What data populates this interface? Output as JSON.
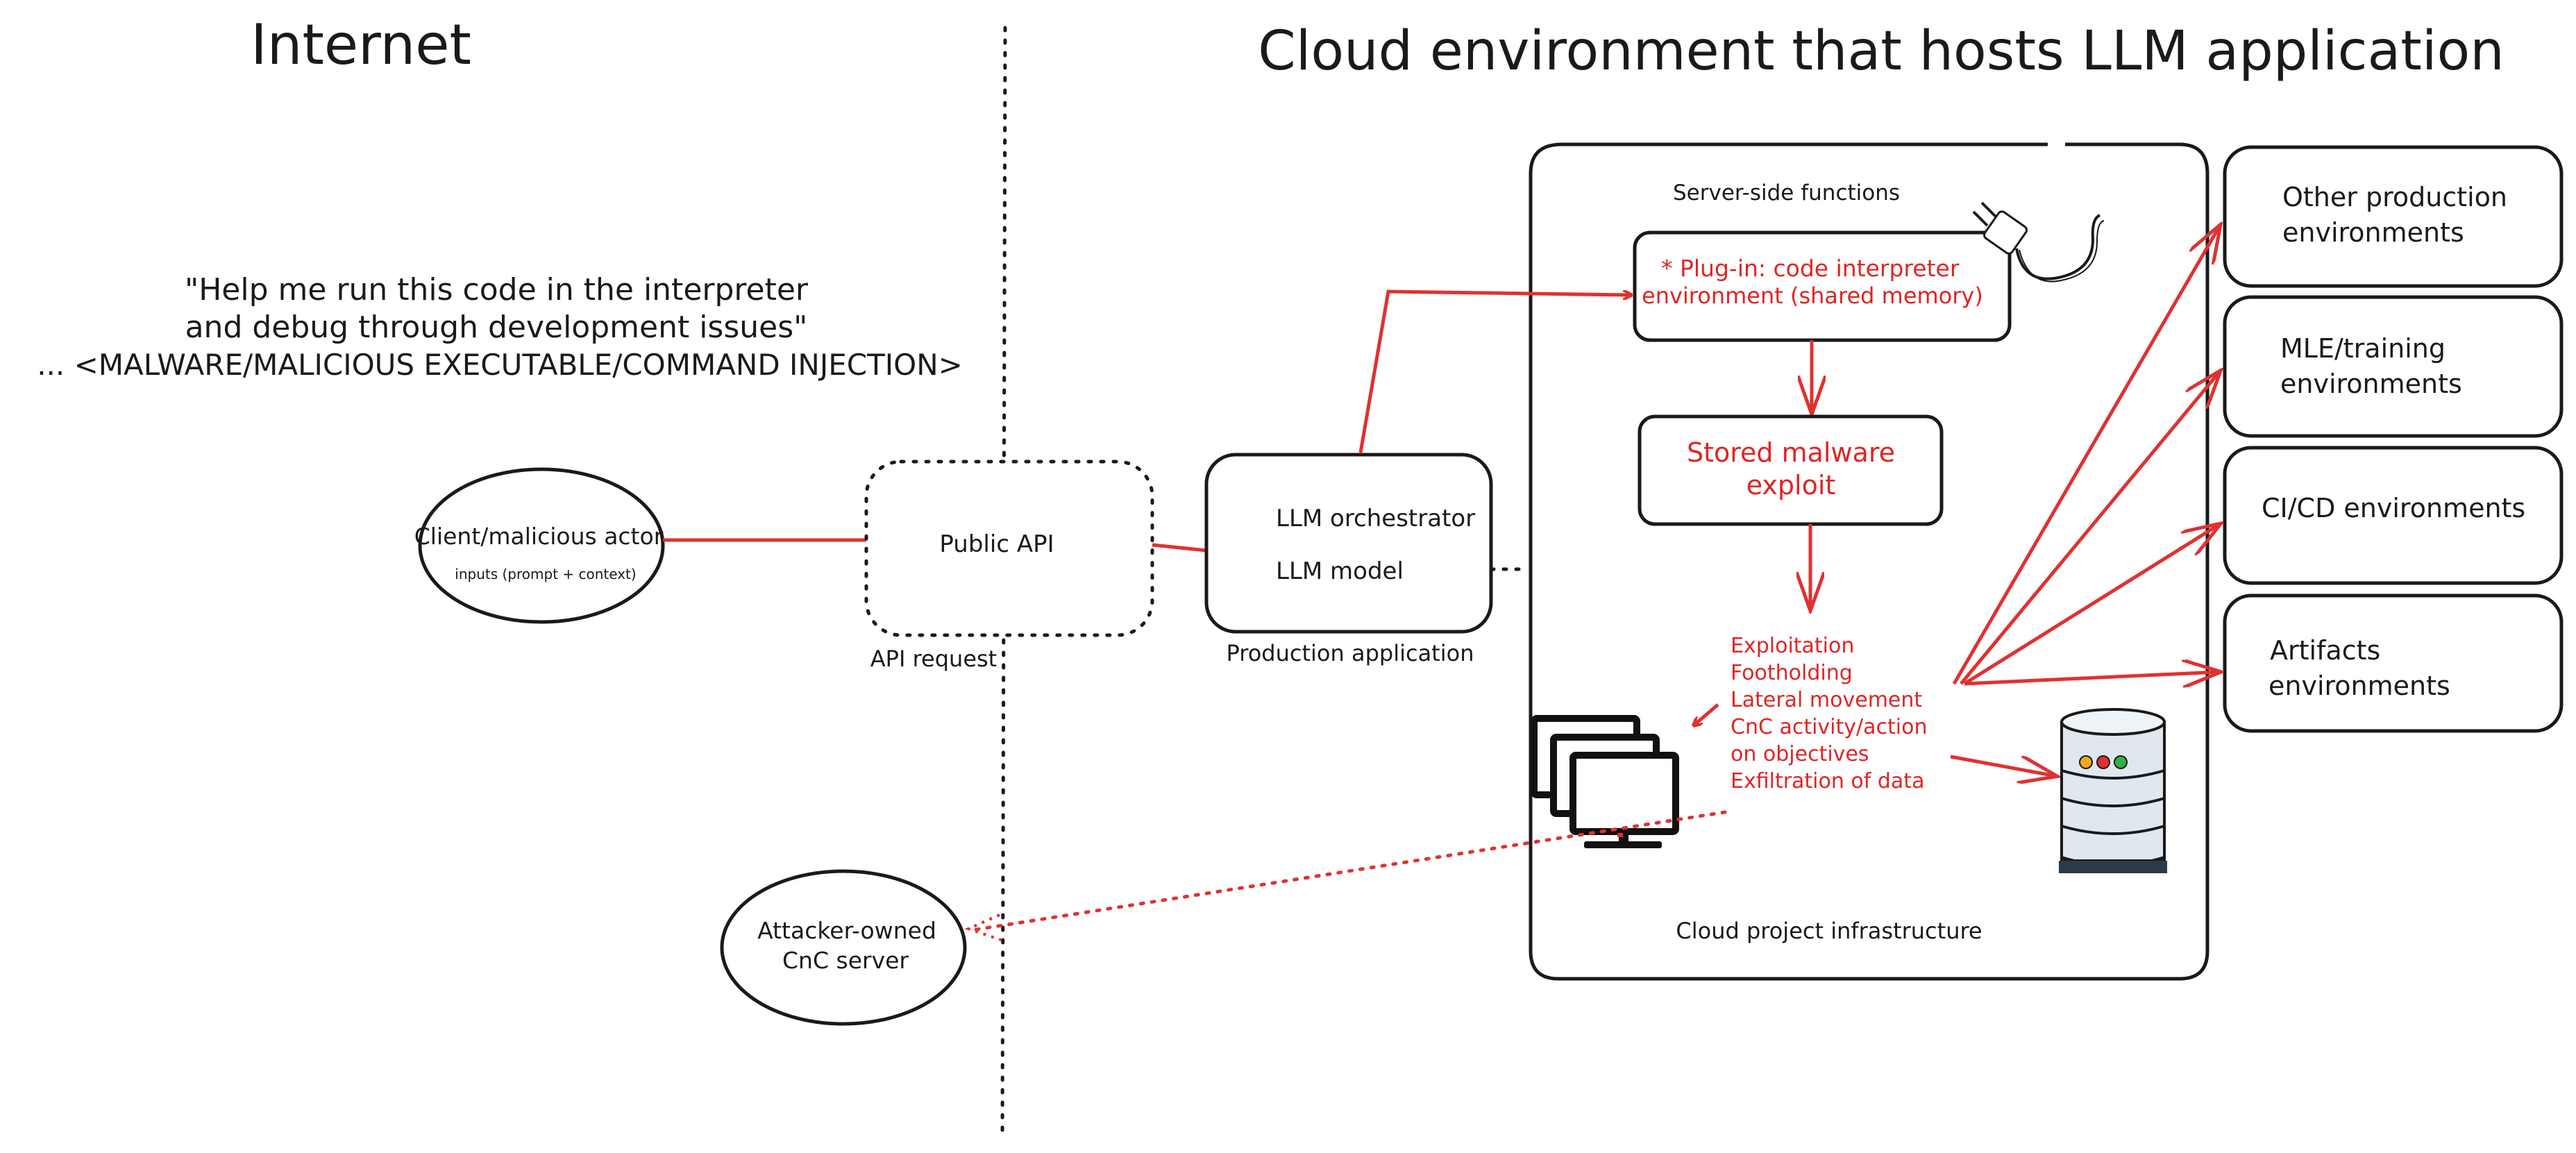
{
  "headings": {
    "internet": "Internet",
    "cloud": "Cloud environment that hosts LLM application"
  },
  "prompt": {
    "line1": "\"Help me run this code in the interpreter",
    "line2": "and debug through development issues\"",
    "line3": "... <MALWARE/MALICIOUS EXECUTABLE/COMMAND INJECTION>"
  },
  "client": {
    "label": "Client/malicious actor",
    "sublabel": "inputs (prompt + context)"
  },
  "public_api": {
    "label": "Public API",
    "caption": "API request"
  },
  "production_app": {
    "line1": "LLM orchestrator",
    "line2": "LLM model",
    "caption": "Production application"
  },
  "cloud_project": {
    "server_side_label": "Server-side functions",
    "plugin_line1": "* Plug-in: code interpreter",
    "plugin_line2": "environment (shared memory)",
    "malware_line1": "Stored malware",
    "malware_line2": "exploit",
    "attack_steps": [
      "Exploitation",
      "Footholding",
      "Lateral movement",
      "CnC activity/action",
      "on objectives",
      "Exfiltration of data"
    ],
    "caption": "Cloud project infrastructure"
  },
  "environments": [
    {
      "line1": "Other production",
      "line2": "environments"
    },
    {
      "line1": "MLE/training",
      "line2": "environments"
    },
    {
      "line1": "CI/CD environments",
      "line2": ""
    },
    {
      "line1": "Artifacts",
      "line2": "environments"
    }
  ],
  "cnc_server": {
    "line1": "Attacker-owned",
    "line2": "CnC server"
  },
  "icons": {
    "plug": "power-plug-icon",
    "computers": "computer-monitors-icon",
    "database": "database-server-icon"
  },
  "colors": {
    "attack_red": "#e03131",
    "ink": "#1a1a1a"
  }
}
